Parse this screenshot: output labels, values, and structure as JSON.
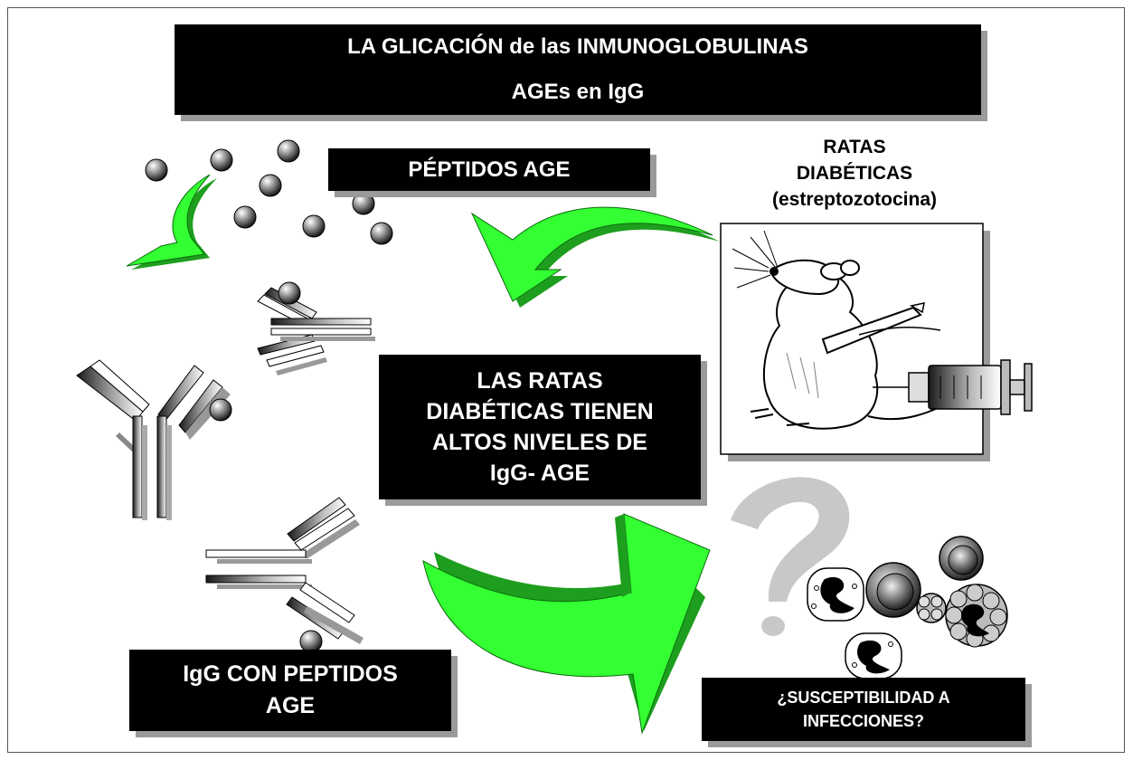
{
  "title": {
    "line1": "LA GLICACIÓN de las INMUNOGLOBULINAS",
    "line2": "AGEs en IgG"
  },
  "labels": {
    "peptidos": "PÉPTIDOS AGE",
    "ratas_line1": "RATAS",
    "ratas_line2": "DIABÉTICAS",
    "ratas_line3": "(estreptozotocina)",
    "center_line1": "LAS RATAS",
    "center_line2": "DIABÉTICAS TIENEN",
    "center_line3": "ALTOS NIVELES DE",
    "center_line4": "IgG- AGE",
    "igg_line1": "IgG CON PEPTIDOS",
    "igg_line2": "AGE",
    "susc_line1": "¿SUSCEPTIBILIDAD A",
    "susc_line2": "INFECCIONES?"
  },
  "colors": {
    "arrow_green": "#33ff33",
    "arrow_dark_green": "#1e9e1e",
    "box_fill": "#000000",
    "shadow": "#9a9a9a",
    "question_mark": "#c8c8c8"
  },
  "icons": [
    "age-peptide-sphere-icon",
    "antibody-icon",
    "rat-illustration",
    "syringe-icon",
    "question-mark-icon",
    "immune-cell-icon"
  ]
}
